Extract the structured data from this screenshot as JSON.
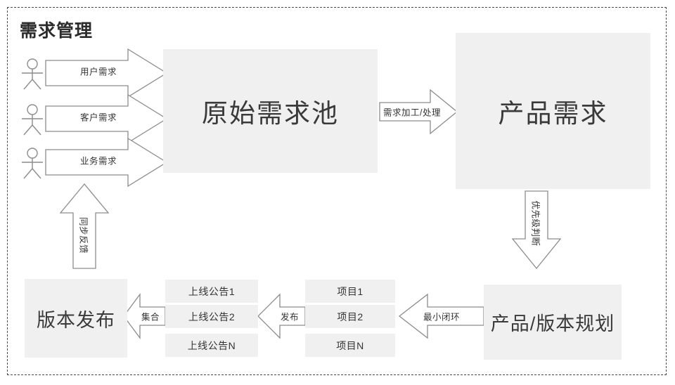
{
  "title": "需求管理",
  "actors": [
    {
      "name": "user-actor"
    },
    {
      "name": "customer-actor"
    },
    {
      "name": "business-actor"
    }
  ],
  "input_arrows": [
    {
      "label": "用户需求"
    },
    {
      "label": "客户需求"
    },
    {
      "label": "业务需求"
    }
  ],
  "boxes": {
    "raw_pool": "原始需求池",
    "product_requirement": "产品需求",
    "product_plan": "产品/版本规划",
    "version_release": "版本发布"
  },
  "flow_arrows": {
    "process": "需求加工/处理",
    "priority": "优先级判断",
    "min_loop": "最小闭环",
    "publish": "发布",
    "aggregate": "集合",
    "feedback": "同步反馈"
  },
  "projects": [
    "项目1",
    "项目2",
    "项目N"
  ],
  "announcements": [
    "上线公告1",
    "上线公告2",
    "上线公告N"
  ],
  "colors": {
    "box_fill": "#f0f0f0",
    "stroke": "#8c8c8c",
    "text": "#3a3a3a",
    "frame": "#4a4a4a"
  }
}
